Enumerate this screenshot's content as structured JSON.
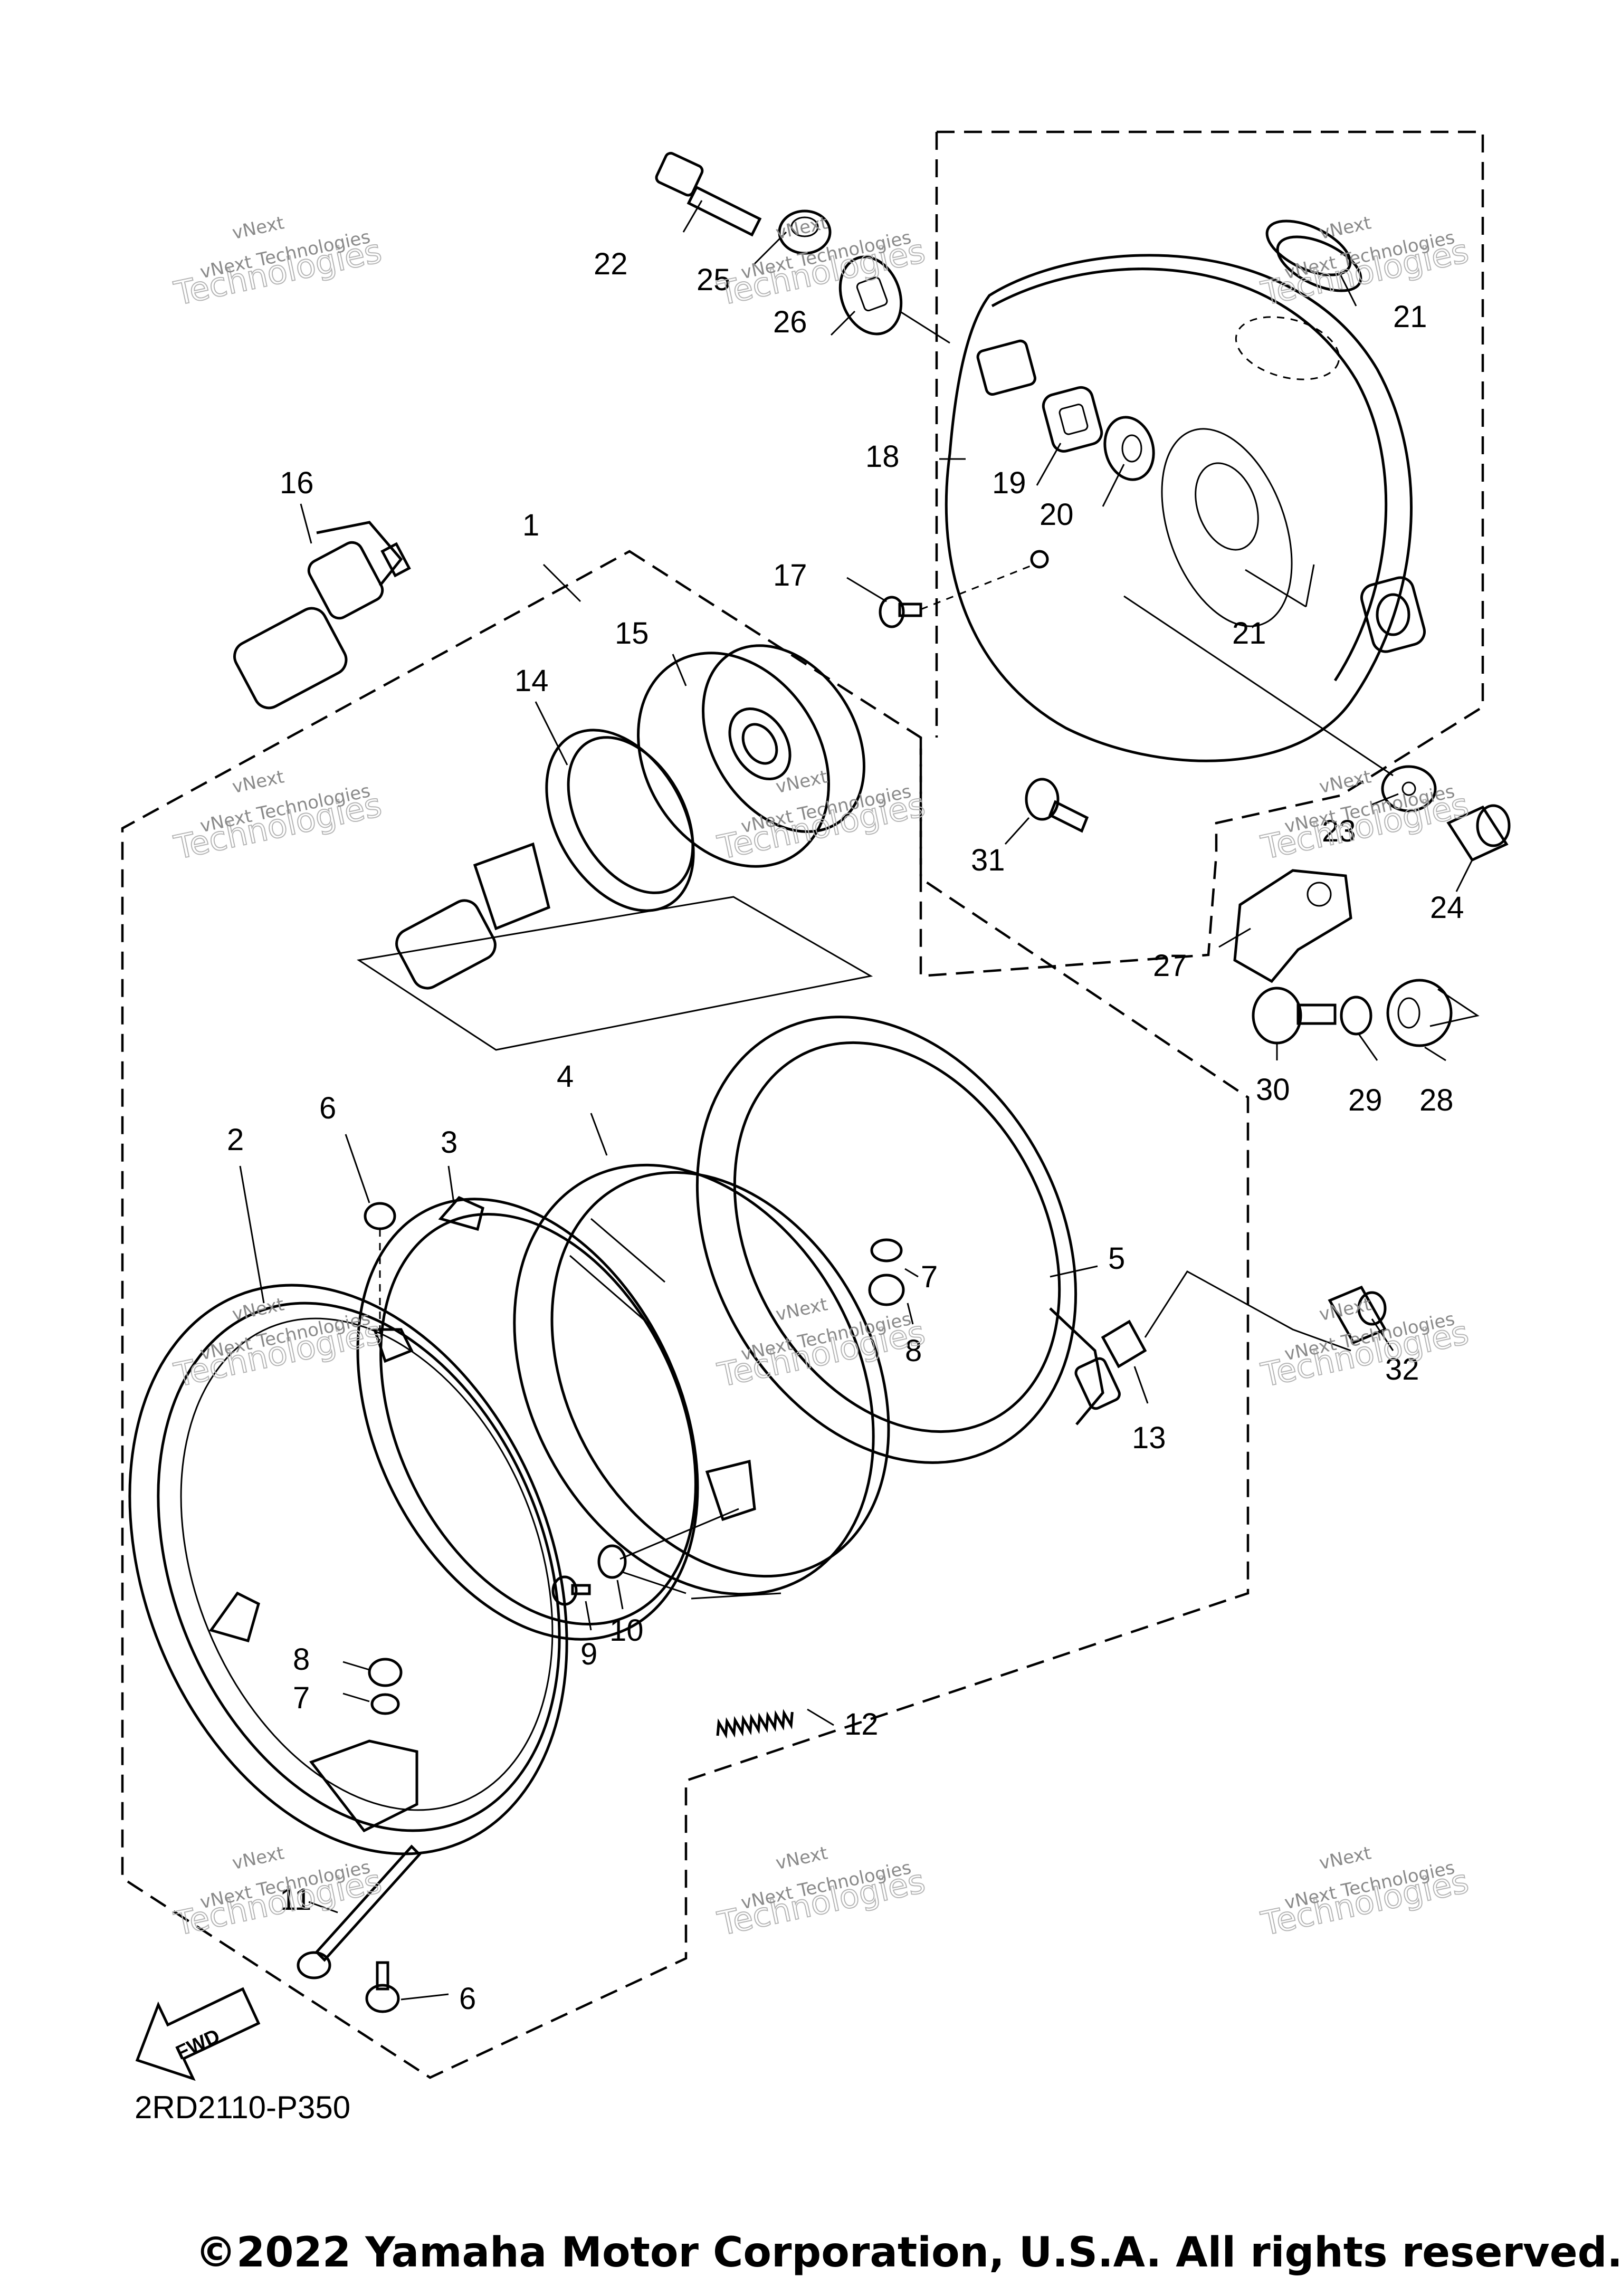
{
  "diagram": {
    "diagram_code": "2RD2110-P350",
    "fwd_label": "FWD",
    "callouts": [
      {
        "id": "c1",
        "text": "1"
      },
      {
        "id": "c2",
        "text": "2"
      },
      {
        "id": "c3",
        "text": "3"
      },
      {
        "id": "c4",
        "text": "4"
      },
      {
        "id": "c5",
        "text": "5"
      },
      {
        "id": "c6a",
        "text": "6"
      },
      {
        "id": "c6b",
        "text": "6"
      },
      {
        "id": "c7a",
        "text": "7"
      },
      {
        "id": "c7b",
        "text": "7"
      },
      {
        "id": "c8a",
        "text": "8"
      },
      {
        "id": "c8b",
        "text": "8"
      },
      {
        "id": "c9",
        "text": "9"
      },
      {
        "id": "c10",
        "text": "10"
      },
      {
        "id": "c11",
        "text": "11"
      },
      {
        "id": "c12",
        "text": "12"
      },
      {
        "id": "c13",
        "text": "13"
      },
      {
        "id": "c14",
        "text": "14"
      },
      {
        "id": "c15",
        "text": "15"
      },
      {
        "id": "c16",
        "text": "16"
      },
      {
        "id": "c17",
        "text": "17"
      },
      {
        "id": "c18",
        "text": "18"
      },
      {
        "id": "c19",
        "text": "19"
      },
      {
        "id": "c20",
        "text": "20"
      },
      {
        "id": "c21a",
        "text": "21"
      },
      {
        "id": "c21b",
        "text": "21"
      },
      {
        "id": "c22",
        "text": "22"
      },
      {
        "id": "c23",
        "text": "23"
      },
      {
        "id": "c24",
        "text": "24"
      },
      {
        "id": "c25",
        "text": "25"
      },
      {
        "id": "c26",
        "text": "26"
      },
      {
        "id": "c27",
        "text": "27"
      },
      {
        "id": "c28",
        "text": "28"
      },
      {
        "id": "c29",
        "text": "29"
      },
      {
        "id": "c30",
        "text": "30"
      },
      {
        "id": "c31",
        "text": "31"
      },
      {
        "id": "c32",
        "text": "32"
      }
    ]
  },
  "watermark": {
    "brand": "vNext",
    "text": "vNext Technologies",
    "word": "Technologies"
  },
  "footer": {
    "copyright": "©2022 Yamaha Motor Corporation, U.S.A. All rights reserved."
  }
}
